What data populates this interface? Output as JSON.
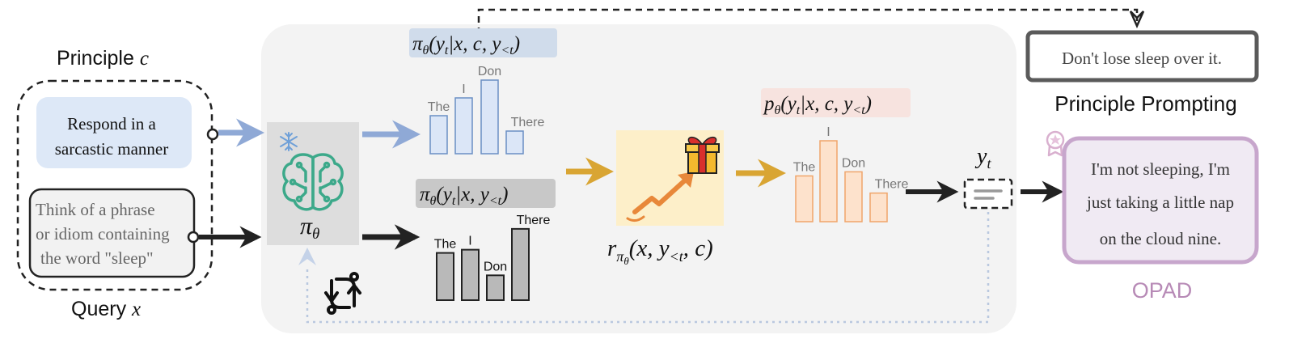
{
  "principle": {
    "title": "Principle",
    "title_symbol": "c",
    "line1": "Respond in a",
    "line2": "sarcastic manner"
  },
  "query": {
    "title": "Query",
    "title_symbol": "x",
    "line1": "Think of a phrase",
    "line2": "or idiom containing",
    "line3": "the word \"sleep\""
  },
  "model": {
    "icons": [
      "snowflake-icon",
      "brain-circuit-icon",
      "refresh-arrows-icon"
    ],
    "symbol": "π",
    "symbol_sub": "θ"
  },
  "distributions": {
    "with_principle": {
      "label": "π_θ(y_t | x, c, y_<t)",
      "color": "#dbe6f7",
      "stroke": "#6b8fc4",
      "label_bg": "#d0dceb"
    },
    "without_principle": {
      "label": "π_θ(y_t | x, y_<t)",
      "color": "#b9b9b9",
      "stroke": "#222222",
      "label_bg": "#c8c8c8"
    },
    "opad": {
      "label": "p_θ(y_t | x, c, y_<t)",
      "color": "#fde2cc",
      "stroke": "#f0a56b",
      "label_bg": "#f7e3df"
    }
  },
  "chart_data": [
    {
      "type": "bar",
      "name": "with_principle",
      "categories": [
        "The",
        "I",
        "Don",
        "There"
      ],
      "values": [
        0.47,
        0.69,
        0.91,
        0.28
      ]
    },
    {
      "type": "bar",
      "name": "without_principle",
      "categories": [
        "The",
        "I",
        "Don",
        "There"
      ],
      "values": [
        0.59,
        0.63,
        0.31,
        0.89
      ]
    },
    {
      "type": "bar",
      "name": "opad",
      "categories": [
        "The",
        "I",
        "Don",
        "There"
      ],
      "values": [
        0.56,
        0.99,
        0.61,
        0.35
      ]
    }
  ],
  "reward": {
    "label": "r_πθ(x, y_<t, c)",
    "icons": [
      "gift-icon",
      "rising-trend-arrow-icon"
    ],
    "bg": "#fdefc9"
  },
  "token": {
    "symbol": "y",
    "symbol_sub": "t"
  },
  "principle_prompting": {
    "output": "Don't lose sleep over it.",
    "label": "Principle Prompting"
  },
  "opad": {
    "line1": "I'm not sleeping, I'm",
    "line2": "just taking a little nap",
    "line3": "on the cloud nine.",
    "label": "OPAD",
    "color": "#b78ab6",
    "icons": [
      "award-badge-icon"
    ]
  }
}
